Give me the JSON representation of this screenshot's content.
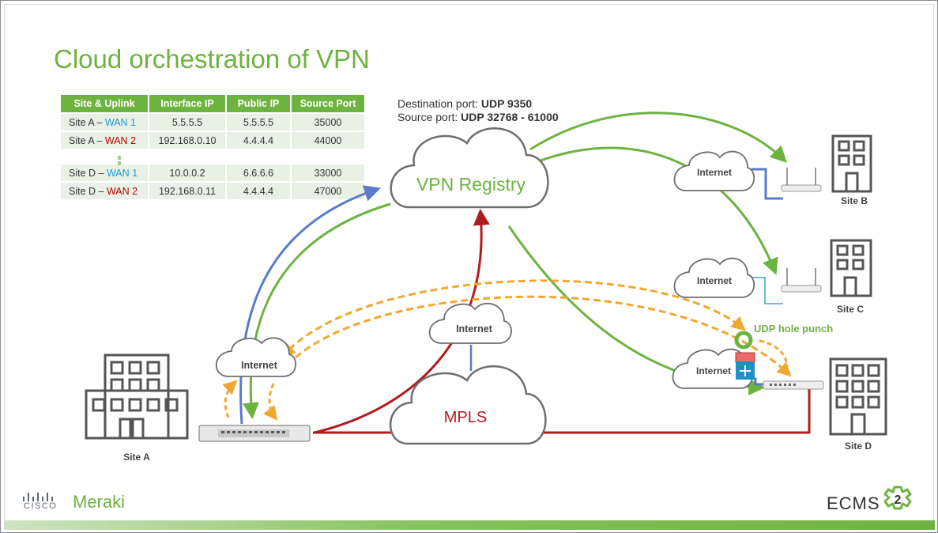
{
  "slide": {
    "title": "Cloud orchestration of VPN"
  },
  "table": {
    "headers": [
      "Site & Uplink",
      "Interface IP",
      "Public IP",
      "Source Port"
    ],
    "rows_top": [
      {
        "site": "Site A – ",
        "wan": "WAN 1",
        "wan_color": "#1a9ad6",
        "iface": "5.5.5.5",
        "public": "5.5.5.5",
        "port": "35000"
      },
      {
        "site": "Site A – ",
        "wan": "WAN 2",
        "wan_color": "#c00000",
        "iface": "192.168.0.10",
        "public": "4.4.4.4",
        "port": "44000"
      }
    ],
    "rows_bottom": [
      {
        "site": "Site D – ",
        "wan": "WAN 1",
        "wan_color": "#1a9ad6",
        "iface": "10.0.0.2",
        "public": "6.6.6.6",
        "port": "33000"
      },
      {
        "site": "Site D – ",
        "wan": "WAN 2",
        "wan_color": "#c00000",
        "iface": "192.168.0.11",
        "public": "4.4.4.4",
        "port": "47000"
      }
    ]
  },
  "ports": {
    "dest_label": "Destination port: ",
    "dest_value": "UDP 9350",
    "src_label": "Source port: ",
    "src_value": "UDP 32768 - 61000"
  },
  "diagram": {
    "registry_label": "VPN Registry",
    "mpls_label": "MPLS",
    "internet_label": "Internet",
    "udp_hole_punch": "UDP hole punch",
    "sites": {
      "a": "Site A",
      "b": "Site B",
      "c": "Site C",
      "d": "Site D"
    },
    "colors": {
      "green": "#6db33f",
      "blue": "#5b7bc8",
      "red": "#b01c1c",
      "orange": "#f0a830",
      "teal": "#3aa6c6"
    }
  },
  "footer": {
    "cisco": "CISCO",
    "meraki": "Meraki",
    "ecms": "ECMS",
    "badge": "2"
  }
}
